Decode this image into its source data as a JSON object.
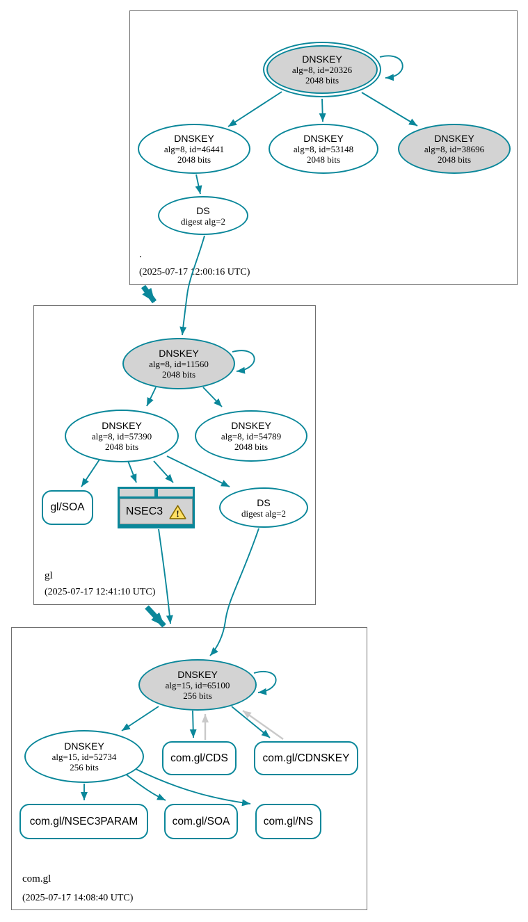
{
  "colors": {
    "teal": "#0a879a",
    "node_gray": "#d3d3d3",
    "edge_gray": "#c9c9c9",
    "box_border": "#6f6f6f",
    "warn_fill": "#ffe066",
    "warn_stroke": "#8a6d00"
  },
  "zones": {
    "root": {
      "label": ".",
      "timestamp": "(2025-07-17 12:00:16 UTC)",
      "nodes": {
        "ksk20326": {
          "title": "DNSKEY",
          "detail": "alg=8, id=20326",
          "bits": "2048 bits"
        },
        "key46441": {
          "title": "DNSKEY",
          "detail": "alg=8, id=46441",
          "bits": "2048 bits"
        },
        "key53148": {
          "title": "DNSKEY",
          "detail": "alg=8, id=53148",
          "bits": "2048 bits"
        },
        "key38696": {
          "title": "DNSKEY",
          "detail": "alg=8, id=38696",
          "bits": "2048 bits"
        },
        "ds": {
          "title": "DS",
          "detail": "digest alg=2"
        }
      }
    },
    "gl": {
      "label": "gl",
      "timestamp": "(2025-07-17 12:41:10 UTC)",
      "nodes": {
        "ksk11560": {
          "title": "DNSKEY",
          "detail": "alg=8, id=11560",
          "bits": "2048 bits"
        },
        "key57390": {
          "title": "DNSKEY",
          "detail": "alg=8, id=57390",
          "bits": "2048 bits"
        },
        "key54789": {
          "title": "DNSKEY",
          "detail": "alg=8, id=54789",
          "bits": "2048 bits"
        },
        "soa": {
          "title": "gl/SOA"
        },
        "nsec3": {
          "title": "NSEC3",
          "warning": "!"
        },
        "ds": {
          "title": "DS",
          "detail": "digest alg=2"
        }
      }
    },
    "comgl": {
      "label": "com.gl",
      "timestamp": "(2025-07-17 14:08:40 UTC)",
      "nodes": {
        "ksk65100": {
          "title": "DNSKEY",
          "detail": "alg=15, id=65100",
          "bits": "256 bits"
        },
        "key52734": {
          "title": "DNSKEY",
          "detail": "alg=15, id=52734",
          "bits": "256 bits"
        },
        "cds": {
          "title": "com.gl/CDS"
        },
        "cdnskey": {
          "title": "com.gl/CDNSKEY"
        },
        "nsec3param": {
          "title": "com.gl/NSEC3PARAM"
        },
        "soa": {
          "title": "com.gl/SOA"
        },
        "ns": {
          "title": "com.gl/NS"
        }
      }
    }
  }
}
